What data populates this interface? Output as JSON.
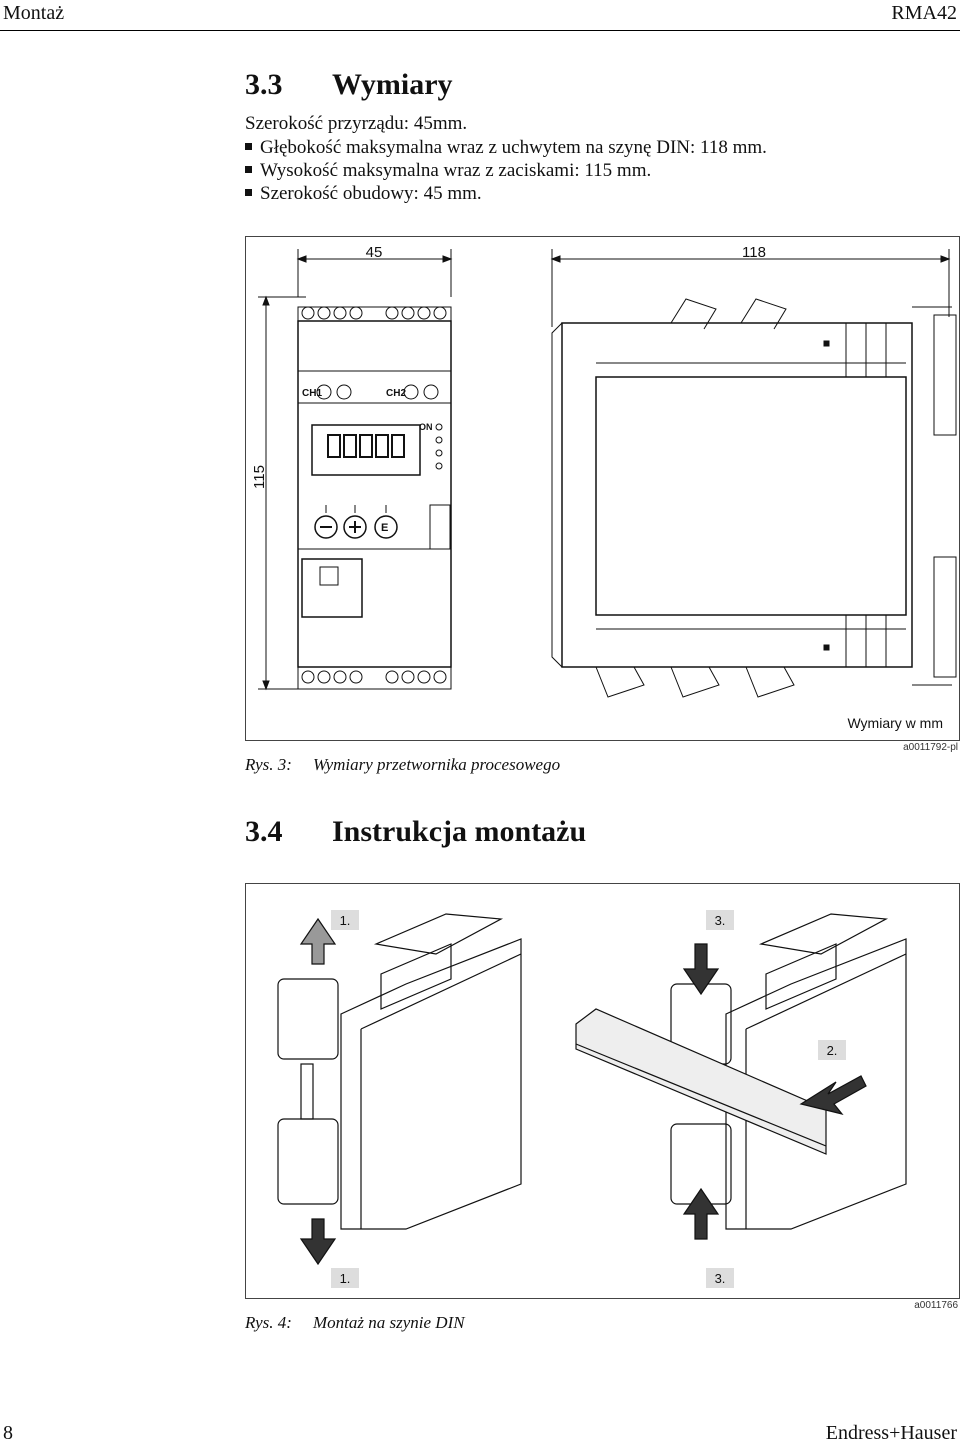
{
  "header": {
    "left": "Montaż",
    "right": "RMA42"
  },
  "section_33": {
    "number": "3.3",
    "title": "Wymiary",
    "intro": "Szerokość przyrządu: 45mm.",
    "bullets": [
      "Głębokość maksymalna wraz z uchwytem na szynę DIN: 118 mm.",
      "Wysokość maksymalna wraz z zaciskami: 115 mm.",
      "Szerokość obudowy: 45 mm."
    ]
  },
  "figure_3": {
    "dim_width": "45",
    "dim_depth": "118",
    "dim_height": "115",
    "ch1": "CH1",
    "ch2": "CH2",
    "on": "ON",
    "unit_note": "Wymiary w mm",
    "id": "a0011792-pl",
    "caption_label": "Rys. 3:",
    "caption_text": "Wymiary przetwornika procesowego"
  },
  "section_34": {
    "number": "3.4",
    "title": "Instrukcja montażu"
  },
  "figure_4": {
    "step_1_top": "1.",
    "step_1_bottom": "1.",
    "step_2": "2.",
    "step_3_top": "3.",
    "step_3_bottom": "3.",
    "id": "a0011766",
    "caption_label": "Rys. 4:",
    "caption_text": "Montaż na szynie DIN"
  },
  "footer": {
    "page": "8",
    "brand": "Endress+Hauser"
  }
}
